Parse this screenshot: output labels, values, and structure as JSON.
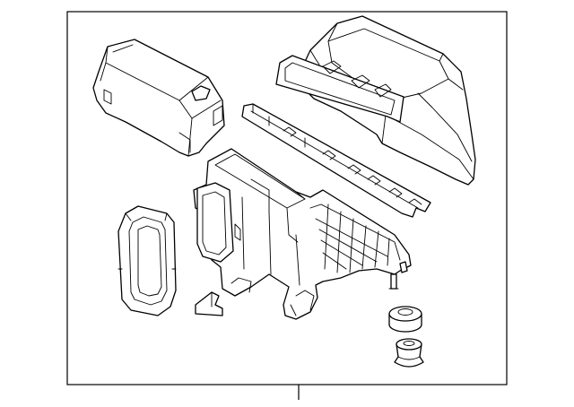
{
  "diagram": {
    "parts": [
      {
        "name": "air-cleaner-cover"
      },
      {
        "name": "intake-duct"
      },
      {
        "name": "air-filter-element"
      },
      {
        "name": "air-cleaner-housing"
      },
      {
        "name": "inlet-duct-seal"
      },
      {
        "name": "bracket-clip"
      },
      {
        "name": "rubber-grommet"
      },
      {
        "name": "mounting-bushing"
      }
    ],
    "colors": {
      "line": "#000000",
      "background": "#ffffff"
    }
  }
}
